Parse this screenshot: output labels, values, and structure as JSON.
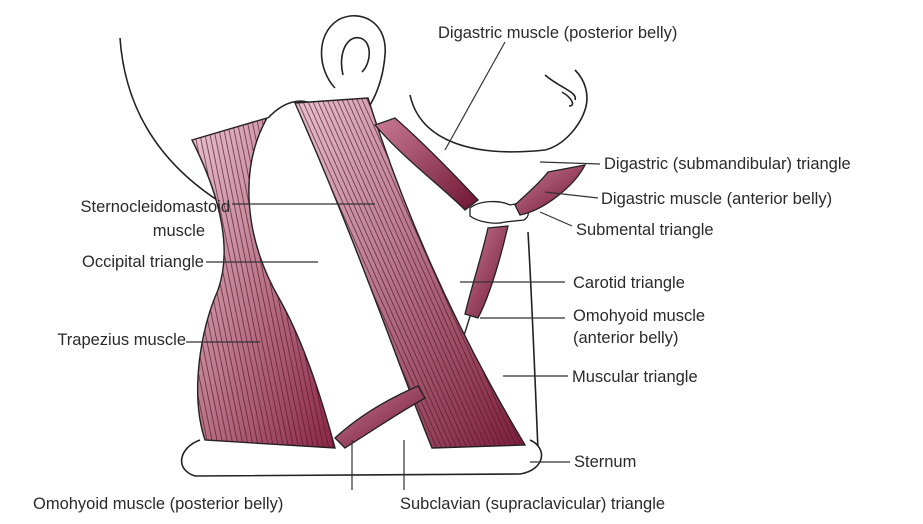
{
  "colors": {
    "muscle_light": "#d9a0b3",
    "muscle_dark": "#7a1a38",
    "fiber": "#5a1a2c",
    "outline": "#222222",
    "leader": "#333333",
    "text": "#2a2a2a"
  },
  "labels": {
    "digastric_posterior": "Digastric muscle (posterior belly)",
    "digastric_triangle": "Digastric (submandibular) triangle",
    "digastric_anterior": "Digastric muscle (anterior belly)",
    "submental_triangle": "Submental triangle",
    "scm_line1": "Sternocleidomastoid",
    "scm_line2": "muscle",
    "occipital_triangle": "Occipital triangle",
    "carotid_triangle": "Carotid triangle",
    "omohyoid_anterior_line1": "Omohyoid muscle",
    "omohyoid_anterior_line2": "(anterior belly)",
    "trapezius": "Trapezius muscle",
    "muscular_triangle": "Muscular triangle",
    "sternum": "Sternum",
    "omohyoid_posterior": "Omohyoid muscle (posterior belly)",
    "subclavian_triangle": "Subclavian (supraclavicular) triangle"
  }
}
